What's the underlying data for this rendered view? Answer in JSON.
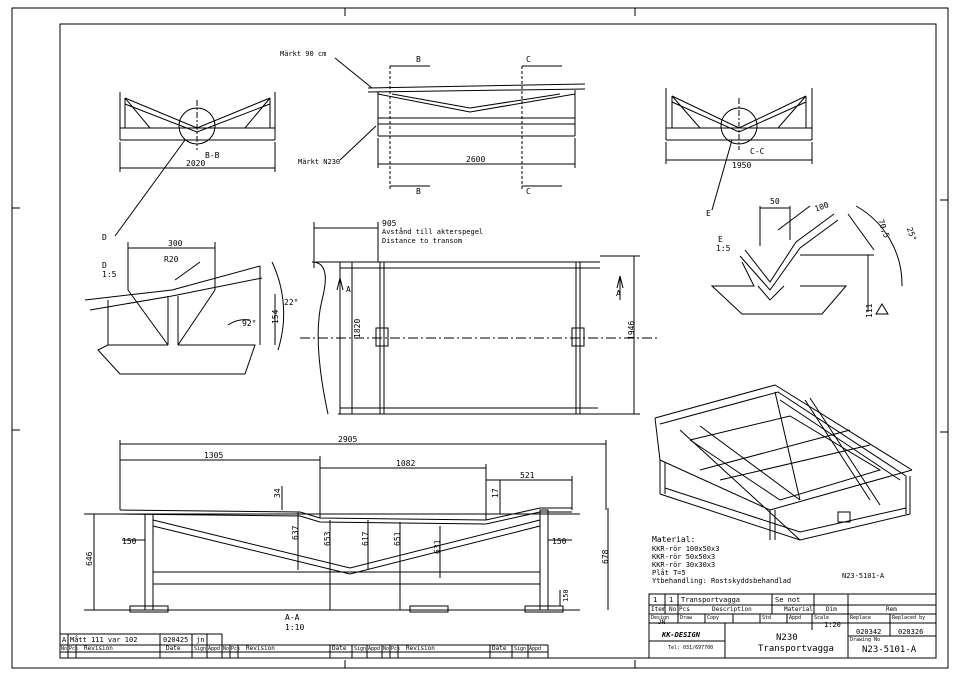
{
  "drawing": {
    "number": "N23-5101-A",
    "number_small": "N23-5101-A",
    "title_code": "N230",
    "title_name": "Transportvagga"
  },
  "views": {
    "bb_label": "B-B",
    "cc_label": "C-C",
    "bb_width": "2020",
    "cc_width": "1950",
    "top_length": "2600",
    "marker_b": "B",
    "marker_c": "C",
    "marker_a": "A",
    "marker_d": "D",
    "marker_e": "E"
  },
  "notes": {
    "mark_90": "Märkt 90 cm",
    "mark_n230": "Märkt N230",
    "transom_value": "905",
    "transom_sv": "Avstånd till akterspegel",
    "transom_en": "Distance to transom",
    "width_1820": "1820",
    "width_1946": "1946"
  },
  "detail_d": {
    "label": "D",
    "scale": "1:5",
    "dim_300": "300",
    "radius": "R20",
    "dim_154": "154",
    "angle_22": "22°",
    "angle_92": "92°"
  },
  "detail_e": {
    "label": "E",
    "scale": "1:5",
    "dim_50": "50",
    "dim_100": "100",
    "dim_70": "70,5",
    "angle_25": "25°",
    "dim_111": "111"
  },
  "section_aa": {
    "label": "A-A",
    "scale": "1:10",
    "overall": "2905",
    "dim_1305": "1305",
    "dim_1082": "1082",
    "dim_521": "521",
    "dim_34": "34",
    "dim_17": "17",
    "dim_150_left": "150",
    "dim_150_right": "150",
    "dim_150_bottom": "150",
    "dim_646": "646",
    "dim_653": "653",
    "dim_651": "651",
    "dim_678": "678",
    "dim_637": "637",
    "dim_617": "617",
    "dim_631": "631"
  },
  "materials": {
    "heading": "Material:",
    "line1": "KKR-rör 100x50x3",
    "line2": "KKR-rör  50x50x3",
    "line3": "KKR-rör  30x30x3",
    "line4": "Plåt  T=5",
    "line5": "Ytbehandling: Rostskyddsbehandlad"
  },
  "title_block": {
    "item_no": "1",
    "pcs": "1",
    "description": "Transportvagga",
    "material": "Se not",
    "h_item": "Item No",
    "h_pcs": "Pcs",
    "h_description": "Description",
    "h_material": "Material",
    "h_dim": "Dim",
    "h_rem": "Rem",
    "h_design": "Design",
    "h_draw": "Draw",
    "h_copy": "Copy",
    "h_std": "Std",
    "h_appd": "Appd",
    "h_scale": "Scale",
    "h_replace": "Replace",
    "h_replaced": "Replaced by",
    "h_drawing_no": "Drawing No",
    "design_value": "JN",
    "scale_value": "1:20",
    "date1": "020342",
    "date2": "020326",
    "company": "KK-DESIGN",
    "phone": "Tel: 031/697700"
  },
  "revision": {
    "letter": "A",
    "text": "Mått 111 var 102",
    "date": "020425",
    "sign": "jn",
    "h_no": "No",
    "h_pcs": "Pcs",
    "h_revision": "Revision",
    "h_date": "Date",
    "h_sign": "Sign",
    "h_appd": "Appd"
  },
  "colors": {
    "line": "#000000",
    "paper": "#ffffff"
  }
}
